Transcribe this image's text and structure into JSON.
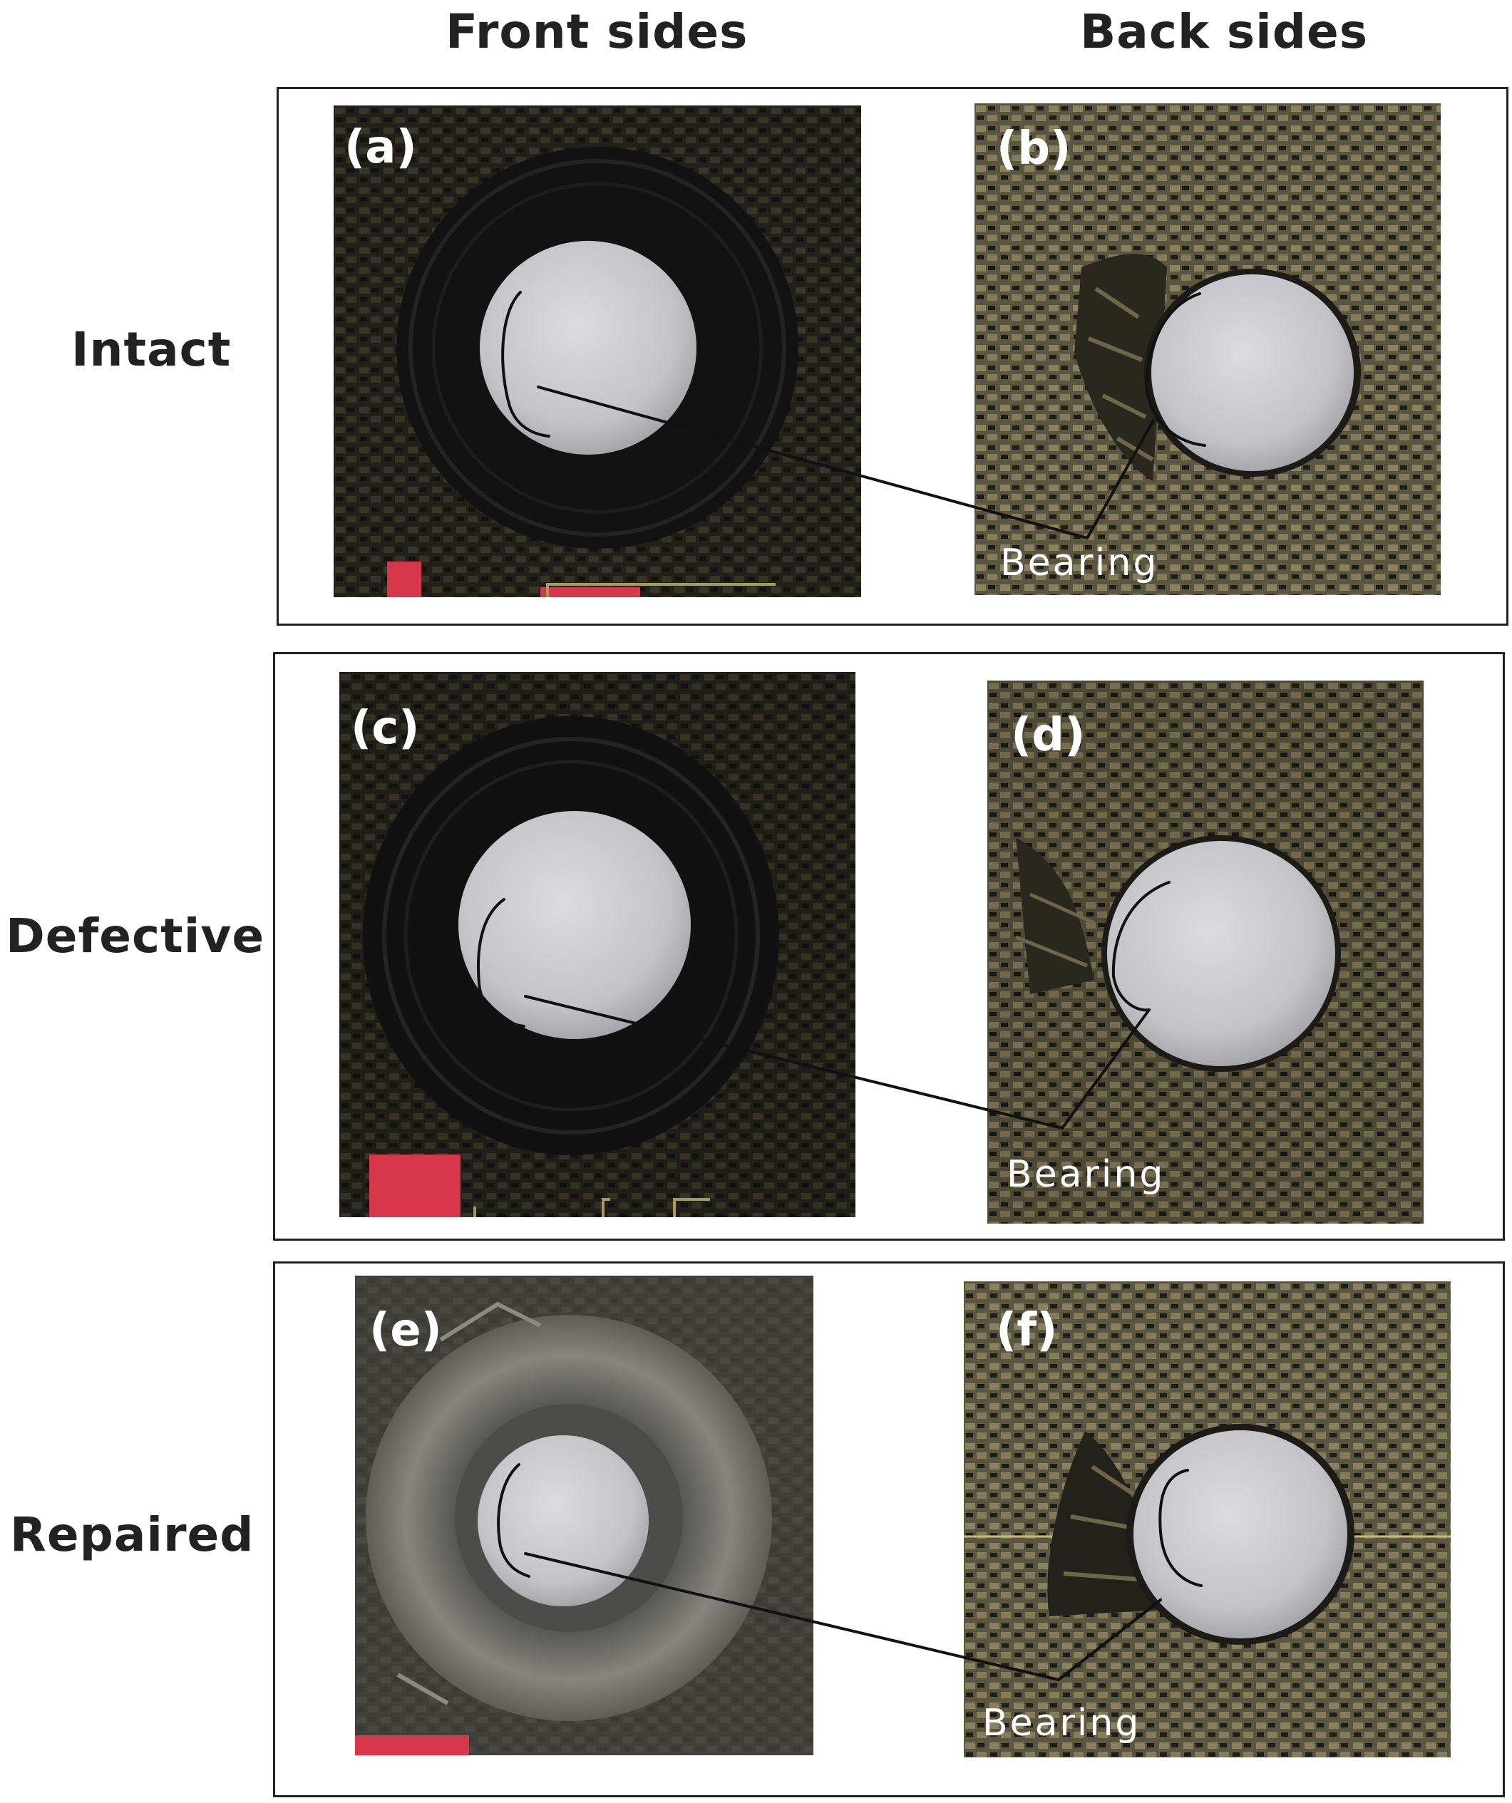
{
  "headers": {
    "front": "Front sides",
    "back": "Back sides"
  },
  "rows": [
    {
      "label": "Intact",
      "front_panel": "(a)",
      "back_panel": "(b)"
    },
    {
      "label": "Defective",
      "front_panel": "(c)",
      "back_panel": "(d)"
    },
    {
      "label": "Repaired",
      "front_panel": "(e)",
      "back_panel": "(f)"
    }
  ],
  "annotation": "Bearing",
  "colors": {
    "fabric_dark": "#2b2a22",
    "fabric_light": "#4a4634",
    "sealant_black": "#121212",
    "hole_grey": "#c9c8cc",
    "repaired_ring": "#6f6f6c",
    "tape_red": "#d8364a",
    "ink": "#111111"
  }
}
